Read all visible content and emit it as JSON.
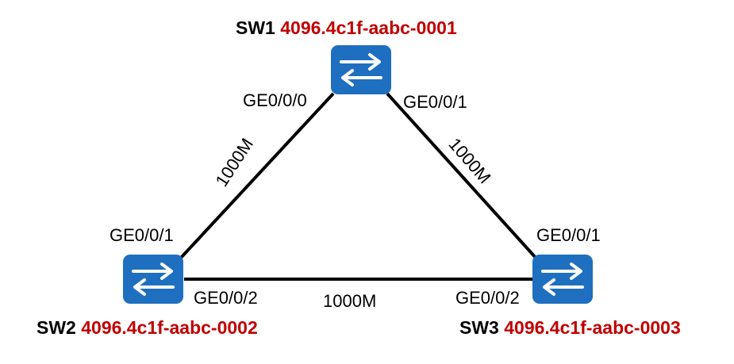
{
  "colors": {
    "bridge_id": "#c00000",
    "switch_fill": "#1e6fc0",
    "link": "#000000"
  },
  "switches": {
    "sw1": {
      "name": "SW1",
      "bridge_id": "4096.4c1f-aabc-0001",
      "icon": "switch-icon"
    },
    "sw2": {
      "name": "SW2",
      "bridge_id": "4096.4c1f-aabc-0002",
      "icon": "switch-icon"
    },
    "sw3": {
      "name": "SW3",
      "bridge_id": "4096.4c1f-aabc-0003",
      "icon": "switch-icon"
    }
  },
  "links": {
    "sw1_sw2": {
      "port_a": "GE0/0/0",
      "port_b": "GE0/0/1",
      "speed": "1000M"
    },
    "sw1_sw3": {
      "port_a": "GE0/0/1",
      "port_b": "GE0/0/1",
      "speed": "1000M"
    },
    "sw2_sw3": {
      "port_a": "GE0/0/2",
      "port_b": "GE0/0/2",
      "speed": "1000M"
    }
  }
}
